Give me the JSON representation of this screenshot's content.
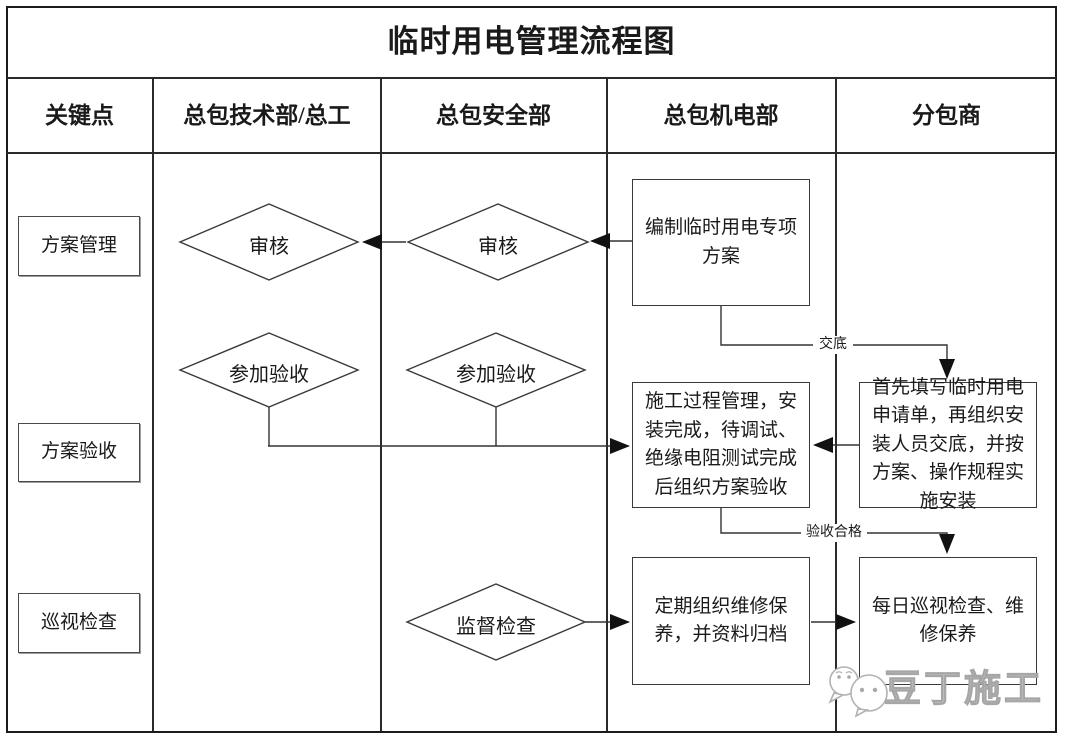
{
  "title": "临时用电管理流程图",
  "columns": [
    {
      "label": "关键点"
    },
    {
      "label": "总包技术部/总工"
    },
    {
      "label": "总包安全部"
    },
    {
      "label": "总包机电部"
    },
    {
      "label": "分包商"
    }
  ],
  "key_points": [
    {
      "label": "方案管理"
    },
    {
      "label": "方案验收"
    },
    {
      "label": "巡视检查"
    }
  ],
  "diamonds": [
    {
      "label": "审核"
    },
    {
      "label": "审核"
    },
    {
      "label": "参加验收"
    },
    {
      "label": "参加验收"
    },
    {
      "label": "监督检查"
    }
  ],
  "processes": {
    "prepare": "编制临时用电专项方案",
    "construct": "施工过程管理，安装完成，待调试、绝缘电阻测试完成后组织方案验收",
    "apply": "首先填写临时用电申请单，再组织安装人员交底，并按方案、操作规程实施安装",
    "maintain": "定期组织维修保养，并资料归档",
    "daily": "每日巡视检查、维修保养"
  },
  "edge_labels": {
    "handover": "交底",
    "accepted": "验收合格"
  },
  "watermark": {
    "text": "豆丁施工"
  },
  "colors": {
    "line": "#2a2a2a",
    "shape_stroke": "#3a3a3a",
    "arrow": "#111111",
    "watermark": "#bdbdbd",
    "background": "#ffffff"
  }
}
